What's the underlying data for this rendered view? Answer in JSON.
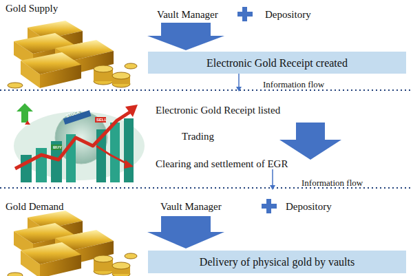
{
  "diagram": {
    "nodes": [
      {
        "text": [
          "Electronic Gold Receipt created"
        ]
      },
      {
        "text": [
          "Delivery of physical gold by vaults"
        ]
      }
    ],
    "labels": [
      "Gold Supply",
      "Vault Manager",
      "Depository",
      "Information flow",
      "Electronic Gold Receipt listed",
      "Trading",
      "Clearing and settlement of EGR",
      "Information flow",
      "Gold Demand",
      "Vault Manager",
      "Depository",
      "STOCK EXCHANGE",
      "SELL",
      "BUY"
    ]
  }
}
